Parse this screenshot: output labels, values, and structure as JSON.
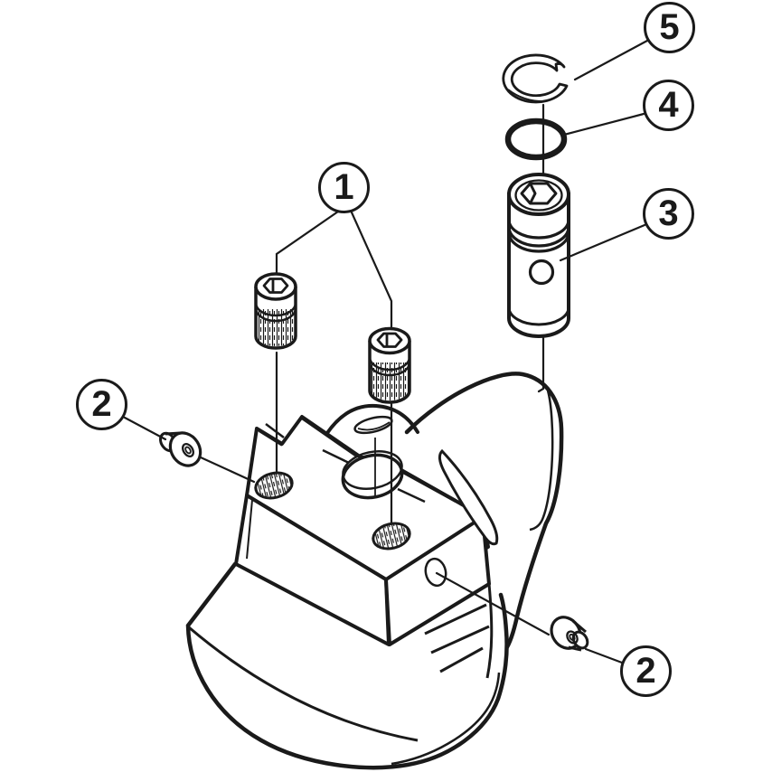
{
  "figure": {
    "type": "exploded-assembly-diagram",
    "background": "#ffffff",
    "line_color": "#1a1a1a",
    "callouts": {
      "c1": {
        "label": "1"
      },
      "c2_left": {
        "label": "2"
      },
      "c2_right": {
        "label": "2"
      },
      "c3": {
        "label": "3"
      },
      "c4": {
        "label": "4"
      },
      "c5": {
        "label": "5"
      }
    },
    "parts": {
      "p1": "set-screws",
      "p2": "stop-screws",
      "p3": "clamping-cylinder",
      "p4": "o-ring",
      "p5": "retaining-ring",
      "body": "tool-holder-body"
    }
  }
}
